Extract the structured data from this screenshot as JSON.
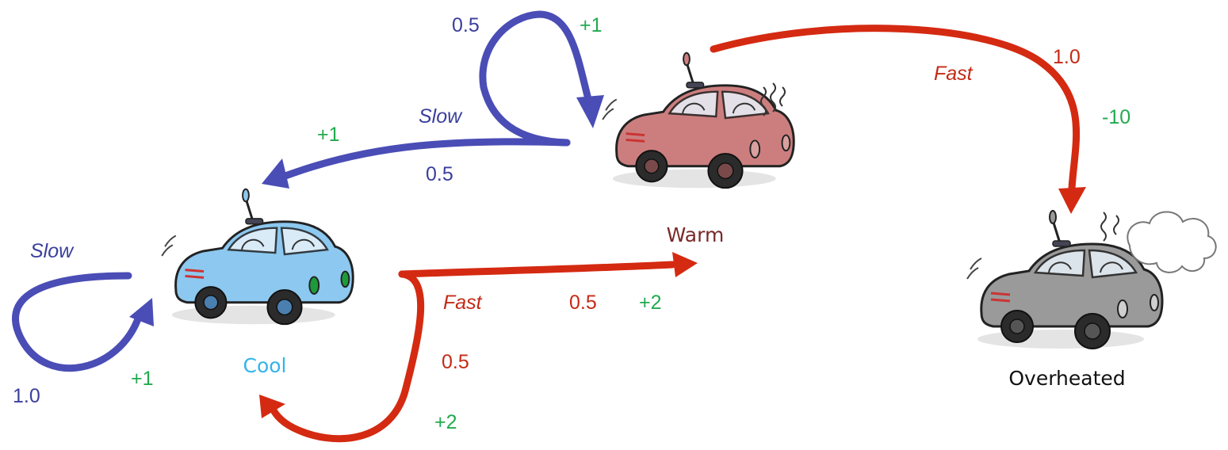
{
  "colors": {
    "slow": "#4a4db5",
    "slow_text": "#3a3f9c",
    "fast": "#d42a12",
    "fast_text": "#c42a16",
    "reward": "#22aa4e",
    "cool": "#34b4ea",
    "warm": "#7a2a2a",
    "overheated": "#111111",
    "cool_car": "#8cc8ef",
    "warm_car": "#cc7e7e",
    "overheated_car": "#9a9a9a"
  },
  "states": {
    "cool": "Cool",
    "warm": "Warm",
    "overheated": "Overheated"
  },
  "transitions": {
    "cool_slow_self": {
      "action": "Slow",
      "probability": "1.0",
      "reward": "+1"
    },
    "cool_fast_self": {
      "action": "Fast",
      "probability": "0.5",
      "reward": "+2"
    },
    "cool_fast_warm": {
      "probability": "0.5",
      "reward": "+2"
    },
    "warm_slow_self": {
      "probability": "0.5",
      "reward": "+1"
    },
    "warm_slow_cool": {
      "action": "Slow",
      "probability": "0.5",
      "reward": "+1"
    },
    "warm_fast_overheated": {
      "action": "Fast",
      "probability": "1.0",
      "reward": "-10"
    }
  },
  "icons": {
    "cool_car": "cool-car-icon",
    "warm_car": "warm-car-icon",
    "overheated_car": "overheated-car-icon"
  }
}
